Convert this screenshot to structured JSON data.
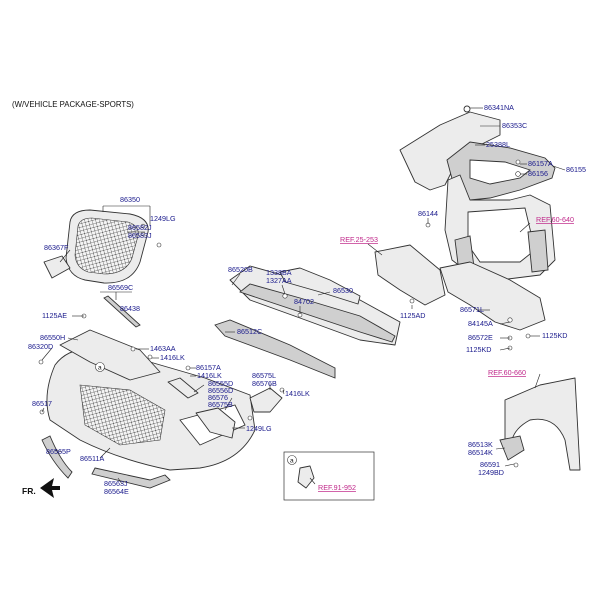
{
  "header": "(W/VEHICLE PACKAGE-SPORTS)",
  "direction_label": "FR.",
  "callout_letter": "a",
  "labels": {
    "p86341NA": "86341NA",
    "p86353C": "86353C",
    "p25388L": "25388L",
    "p86157A_r": "86157A",
    "p86156": "86156",
    "p86155": "86155",
    "p86144": "86144",
    "ref60640": "REF.60-640",
    "ref25253": "REF.25-253",
    "p86350": "86350",
    "p1249LG_t": "1249LG",
    "p86582J": "86582J",
    "p86583J": "86583J",
    "p86367F": "86367F",
    "p86520B": "86520B",
    "p1338BA": "1338BA",
    "p1327AA": "1327AA",
    "p86530": "86530",
    "p84702": "84702",
    "p1125AD": "1125AD",
    "p86569C": "86569C",
    "p86438": "86438",
    "p1125AE": "1125AE",
    "p86571L": "86571L",
    "p84145A": "84145A",
    "p86572E": "86572E",
    "p1125KD_r": "1125KD",
    "p1125KD_l": "1125KD",
    "p86550H": "86550H",
    "p86320D": "86320D",
    "p1463AA": "1463AA",
    "p1416LK_a": "1416LK",
    "p86512C": "86512C",
    "p86157A_m": "86157A",
    "p1416LK_b": "1416LK",
    "p86555D": "86555D",
    "p86556D": "86556D",
    "p86576": "86576",
    "p86575B": "86575B",
    "p86575L": "86575L",
    "p86576B": "86576B",
    "p1416LK_c": "1416LK",
    "ref60660": "REF.60-660",
    "p86517": "86517",
    "p1249LG_b": "1249LG",
    "p86513K": "86513K",
    "p86514K": "86514K",
    "p86565P": "86565P",
    "p86511A": "86511A",
    "p86591": "86591",
    "p1249BD": "1249BD",
    "p86563J": "86563J",
    "p86564E": "86564E",
    "ref91952": "REF.91-952"
  }
}
